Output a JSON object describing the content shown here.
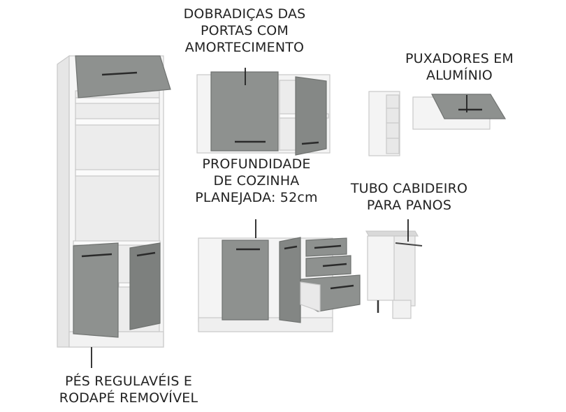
{
  "labels": {
    "hinges": [
      "DOBRADIÇAS DAS",
      "PORTAS COM",
      "AMORTECIMENTO"
    ],
    "handles": [
      "PUXADORES EM",
      "ALUMÍNIO"
    ],
    "depth": [
      "PROFUNDIDADE",
      "DE COZINHA",
      "PLANEJADA: 52cm"
    ],
    "rail": [
      "TUBO CABIDEIRO",
      "PARA PANOS"
    ],
    "feet": [
      "PÉS REGULAVÉIS E",
      "RODAPÉ REMOVÍVEL"
    ]
  },
  "colors": {
    "carcass": "#f4f4f4",
    "carcass_edge": "#c9c9c9",
    "door_gray": "#8e918f",
    "door_gray_dark": "#777a78",
    "handle": "#2a2a2a",
    "leader": "#222222"
  }
}
